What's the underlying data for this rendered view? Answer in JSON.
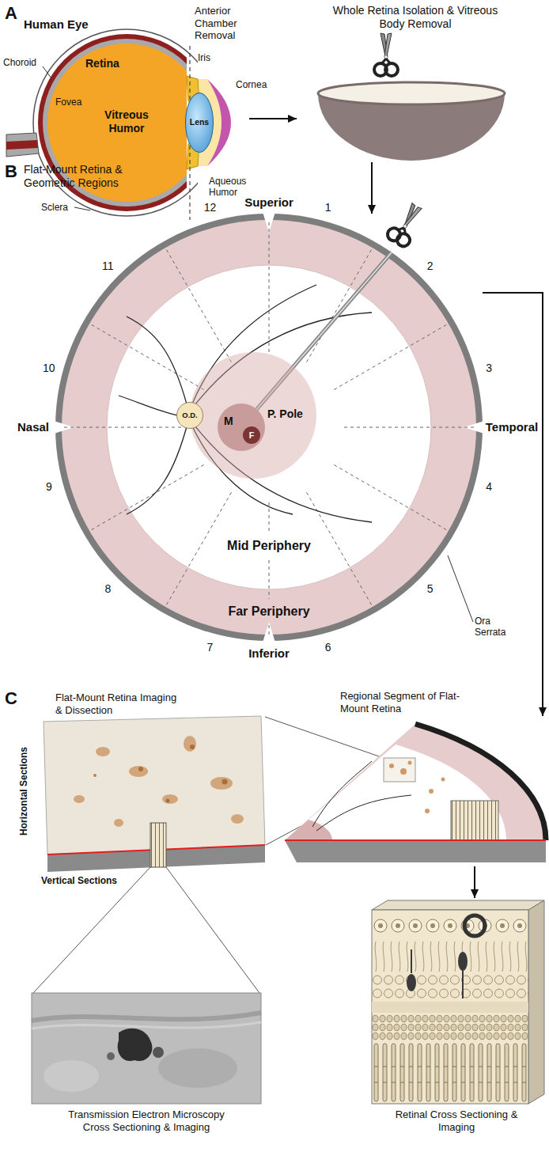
{
  "diagram": {
    "nodes": [
      {
        "text": [
          "Human Eye"
        ]
      },
      {
        "text": [
          "Lens"
        ],
        "in": 0
      },
      {
        "text": [
          "Whole Retina Isolation & Vitreous Body Removal"
        ]
      },
      {
        "text": [
          "Flat-Mount Retina & Geometric Regions"
        ]
      },
      {
        "text": [
          "P. Pole"
        ],
        "in": 3
      },
      {
        "text": [
          "M"
        ],
        "in": 4
      },
      {
        "text": [
          "F"
        ],
        "in": 5
      },
      {
        "text": [
          "O.D."
        ],
        "in": 3
      },
      {
        "text": [
          "Flat-Mount Retina Imaging & Dissection"
        ]
      },
      {
        "text": [
          "Regional Segment of Flat-Mount Retina"
        ]
      },
      {
        "text": [
          "Transmission Electron Microscopy Cross Sectioning & Imaging"
        ]
      },
      {
        "text": [
          "Retinal Cross Sectioning & Imaging"
        ]
      }
    ],
    "edges": [
      {
        "from": 0,
        "to": 2,
        "arrow": "to"
      },
      {
        "from": 2,
        "to": 3,
        "arrow": "to"
      },
      {
        "from": 3,
        "to": 9,
        "arrow": "to"
      },
      {
        "from": 9,
        "to": 11,
        "arrow": "to"
      }
    ],
    "labels": [
      "A",
      "Anterior Chamber Removal",
      "Choroid",
      "Retina",
      "Fovea",
      "Vitreous Humor",
      "Iris",
      "Cornea",
      "Aqueous Humor",
      "Sclera",
      "B",
      "Superior",
      "1",
      "2",
      "3",
      "4",
      "5",
      "6",
      "7",
      "8",
      "9",
      "10",
      "11",
      "12",
      "Nasal",
      "Temporal",
      "Mid Periphery",
      "Far Periphery",
      "Ora Serrata",
      "Inferior",
      "C",
      "Horizontal Sections",
      "Vertical Sections"
    ]
  }
}
